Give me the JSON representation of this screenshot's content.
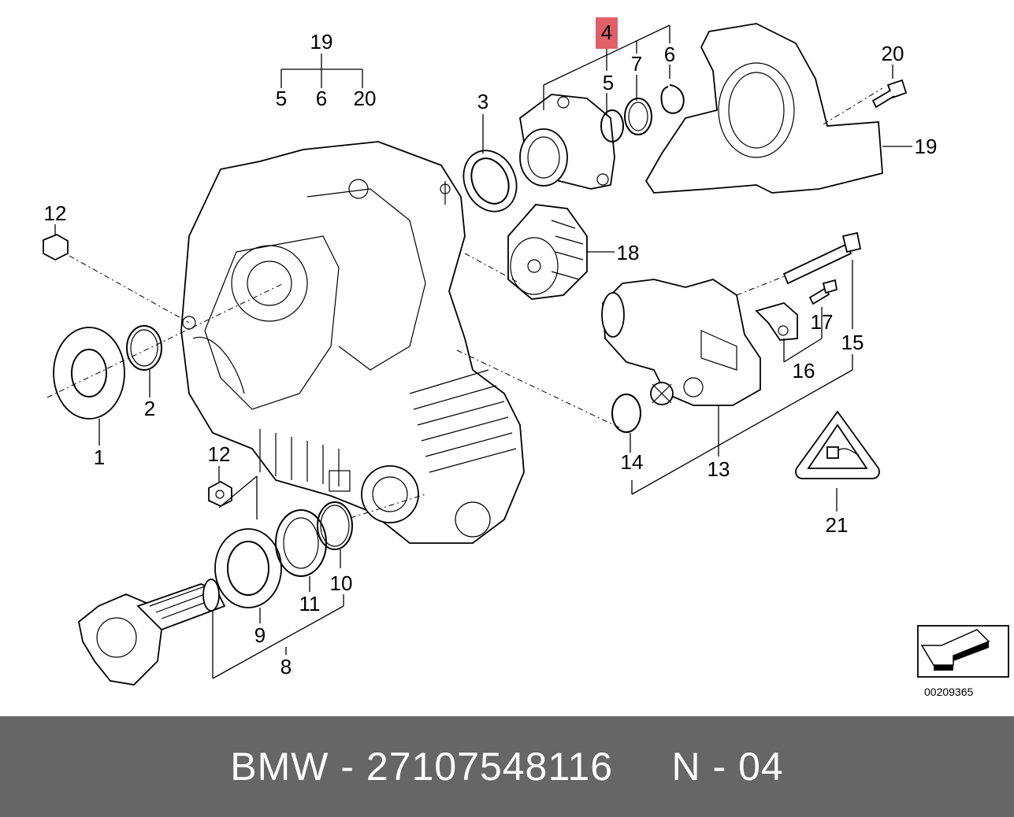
{
  "diagram": {
    "callouts": {
      "c1": "1",
      "c2": "2",
      "c3": "3",
      "c4": "4",
      "c5": "5",
      "c6": "6",
      "c7": "7",
      "c8": "8",
      "c9": "9",
      "c10": "10",
      "c11": "11",
      "c12a": "12",
      "c12b": "12",
      "c13": "13",
      "c14": "14",
      "c15": "15",
      "c16": "16",
      "c17": "17",
      "c18": "18",
      "c19a": "19",
      "c19b": "19",
      "c20a": "20",
      "c20b": "20",
      "c21": "21",
      "g5": "5",
      "g6": "6"
    },
    "highlight_color": "#e0606a",
    "reference_code": "00209365"
  },
  "caption": {
    "text": "BMW - 27107548116     N - 04",
    "background": "#666666"
  }
}
